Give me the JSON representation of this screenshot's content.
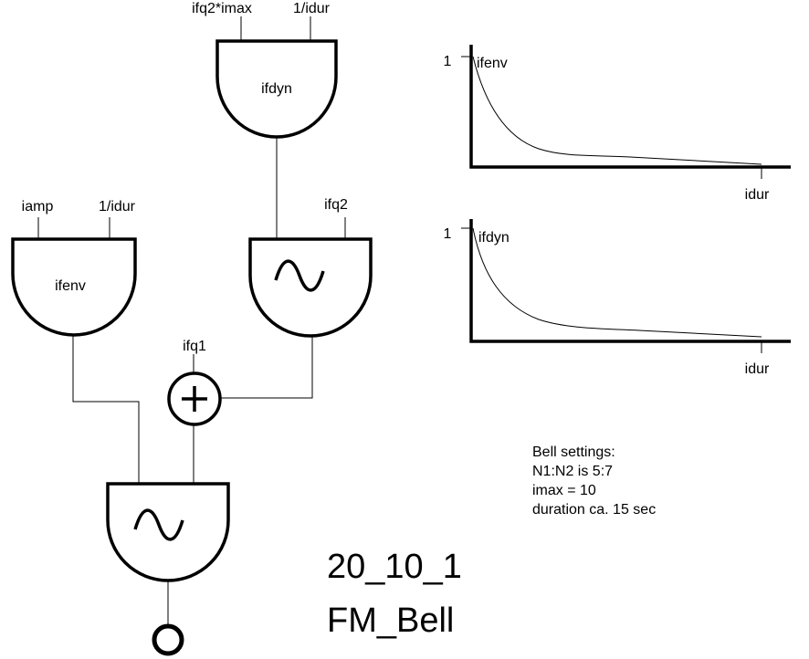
{
  "ifdyn_unit": {
    "name": "ifdyn",
    "inputs": [
      "ifq2*imax",
      "1/idur"
    ]
  },
  "ifenv_unit": {
    "name": "ifenv",
    "inputs": [
      "iamp",
      "1/idur"
    ]
  },
  "mod_oscil": {
    "input": "ifq2"
  },
  "adder": {
    "input": "ifq1"
  },
  "graph_ifenv": {
    "y_label": "1",
    "curve_label": "ifenv",
    "x_label": "idur"
  },
  "graph_ifdyn": {
    "y_label": "1",
    "curve_label": "ifdyn",
    "x_label": "idur"
  },
  "notes": {
    "lines": [
      "Bell settings:",
      "N1:N2 is 5:7",
      "imax = 10",
      "duration ca. 15 sec"
    ]
  },
  "title": {
    "code": "20_10_1",
    "name": "FM_Bell"
  }
}
